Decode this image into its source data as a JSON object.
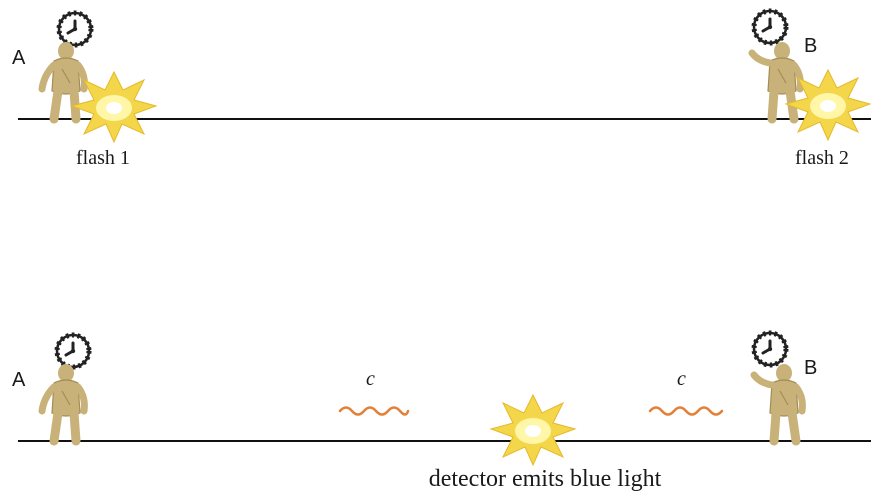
{
  "colors": {
    "ground": "#111111",
    "observer": "#c9b27a",
    "observer_shade": "#a38d55",
    "flash_outer": "#f3d64a",
    "flash_inner": "#fff6a8",
    "wave": "#e2823a",
    "clock_face": "#222222"
  },
  "icons": {
    "clock": "clock-icon",
    "observer": "person-icon",
    "flash": "starburst-icon",
    "light_wave": "wavy-line-icon"
  },
  "top_panel": {
    "observer_a_label": "A",
    "observer_b_label": "B",
    "flash1_label": "flash 1",
    "flash2_label": "flash 2"
  },
  "bottom_panel": {
    "observer_a_label": "A",
    "observer_b_label": "B",
    "left_wave_label": "c",
    "right_wave_label": "c",
    "detector_caption": "detector emits blue light"
  }
}
